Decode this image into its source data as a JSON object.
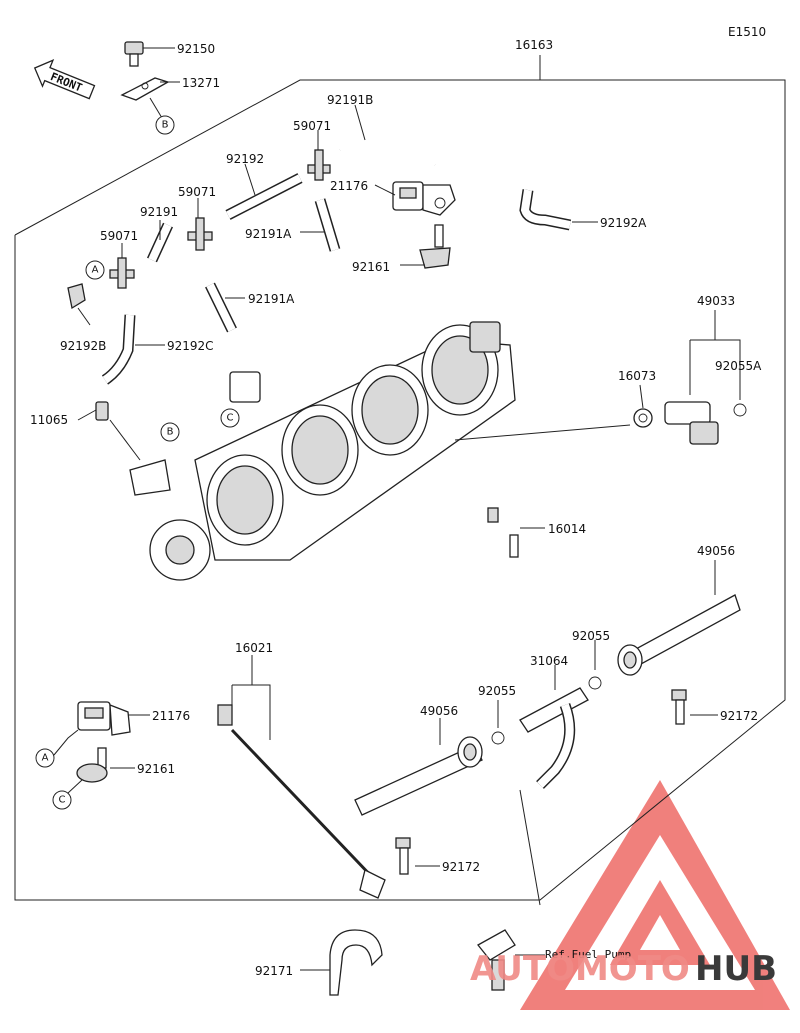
{
  "diagram_code": "E1510",
  "front_label": "FRONT",
  "ref_label": "Ref.Fuel Pump",
  "watermark": {
    "left": "AUTOMOTO",
    "right": "HUB",
    "color_left": "#f08a86",
    "color_right": "#3a3a3a",
    "color_logo": "#ee6a66"
  },
  "callouts": {
    "a": "A",
    "b": "B",
    "c": "C"
  },
  "parts": {
    "p92150": "92150",
    "p13271": "13271",
    "p16163": "16163",
    "p92191b": "92191B",
    "p59071": "59071",
    "p92192": "92192",
    "p21176": "21176",
    "p92192a": "92192A",
    "p92191": "92191",
    "p92191a": "92191A",
    "p92161": "92161",
    "p92192b": "92192B",
    "p92192c": "92192C",
    "p49033": "49033",
    "p92055a": "92055A",
    "p16073": "16073",
    "p11065": "11065",
    "p16014": "16014",
    "p49056": "49056",
    "p16021": "16021",
    "p92055": "92055",
    "p31064": "31064",
    "p92172": "92172",
    "p92171": "92171"
  }
}
